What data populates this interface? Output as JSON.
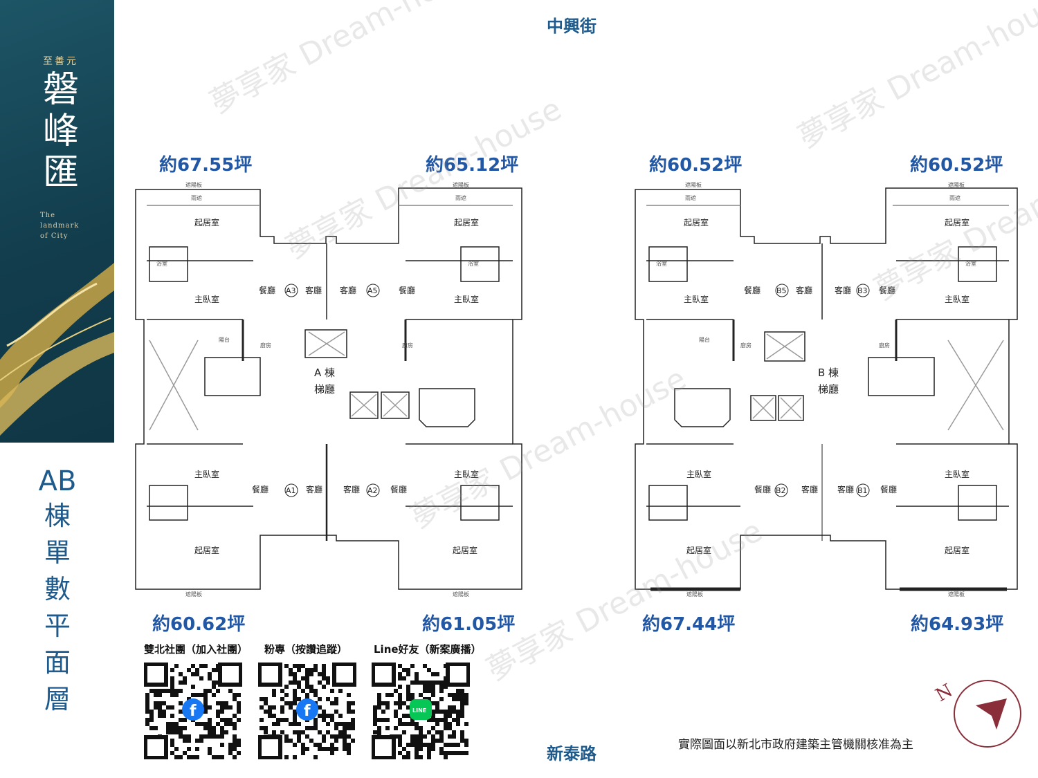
{
  "brand": {
    "small": "至善元",
    "big": [
      "磐",
      "峰",
      "匯"
    ],
    "english": "The\nlandmark\nof City"
  },
  "side_title": {
    "ab": "AB",
    "chars": [
      "棟",
      "單",
      "數",
      "平",
      "面",
      "層"
    ]
  },
  "streets": {
    "top": "中興街",
    "bottom": "新泰路"
  },
  "areas": {
    "a3": "約67.55坪",
    "a5": "約65.12坪",
    "b5": "約60.52坪",
    "b3": "約60.52坪",
    "a1": "約60.62坪",
    "a2": "約61.05坪",
    "b2": "約67.44坪",
    "b1": "約64.93坪"
  },
  "building_a": {
    "label_1": "A 棟",
    "label_2": "梯廳",
    "units": [
      {
        "code": "A3",
        "living": "客廳",
        "dining": "餐廳",
        "bedroom": "主臥室",
        "lounge": "起居室"
      },
      {
        "code": "A5",
        "living": "客廳",
        "dining": "餐廳",
        "bedroom": "主臥室",
        "lounge": "起居室"
      },
      {
        "code": "A1",
        "living": "客廳",
        "dining": "餐廳",
        "bedroom": "主臥室",
        "lounge": "起居室"
      },
      {
        "code": "A2",
        "living": "客廳",
        "dining": "餐廳",
        "bedroom": "主臥室",
        "lounge": "起居室"
      }
    ]
  },
  "building_b": {
    "label_1": "B 棟",
    "label_2": "梯廳",
    "units": [
      {
        "code": "B5",
        "living": "客廳",
        "dining": "餐廳",
        "bedroom": "主臥室",
        "lounge": "起居室"
      },
      {
        "code": "B3",
        "living": "客廳",
        "dining": "餐廳",
        "bedroom": "主臥室",
        "lounge": "起居室"
      },
      {
        "code": "B2",
        "living": "客廳",
        "dining": "餐廳",
        "bedroom": "主臥室",
        "lounge": "起居室"
      },
      {
        "code": "B1",
        "living": "客廳",
        "dining": "餐廳",
        "bedroom": "主臥室",
        "lounge": "起居室"
      }
    ]
  },
  "small_labels": {
    "shade": "遮陽板",
    "rain": "雨遮",
    "balcony": "陽台",
    "kitchen": "廚房",
    "bath": "浴室"
  },
  "qr": [
    {
      "label": "雙北社團（加入社團）",
      "badge": "facebook",
      "badge_text": "f"
    },
    {
      "label": "粉專（按讚追蹤）",
      "badge": "facebook",
      "badge_text": "f"
    },
    {
      "label": "Line好友（新案廣播）",
      "badge": "line",
      "badge_text": "LINE"
    }
  ],
  "note": "實際圖面以新北市政府建築主管機關核准為主",
  "compass": {
    "letter": "N"
  },
  "watermark": "夢享家 Dream-house",
  "colors": {
    "title_blue": "#1e5b8c",
    "area_blue": "#2257a4",
    "banner_teal": "#123d4d",
    "gold": "#c9a646",
    "compass_red": "#8a2f3a"
  }
}
